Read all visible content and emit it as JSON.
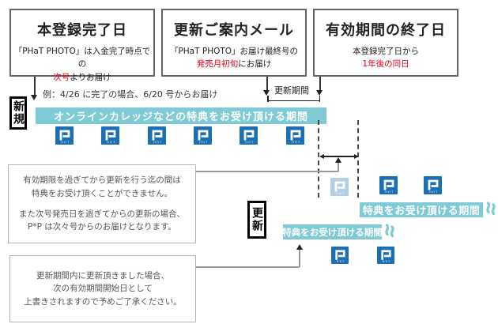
{
  "diagram": {
    "boxes": [
      {
        "title": "本登録完了日",
        "sub1": "「PHaT PHOTO」は入金完了時点での",
        "sub2_red": "次号",
        "sub2_rest": "よりお届け"
      },
      {
        "title": "更新ご案内メール",
        "sub1": "「PHaT PHOTO」お届け最終号の",
        "sub2_red": "発売月初旬",
        "sub2_rest": "にお届け"
      },
      {
        "title": "有効期間の終了日",
        "sub1": "本登録完了日から",
        "sub2_red": "1年後の同日",
        "sub2_rest": ""
      }
    ],
    "example_note": "例：4/26 に完了の場合、6/20 号からお届け",
    "new_label": "新規",
    "renew_label": "更新",
    "renewal_period_label": "更新期間",
    "banner_new": "オンラインカレッジなどの特典をお受け頂ける期間",
    "banner_renew": "特典をお受け頂ける期間",
    "note1": {
      "line1": "有効期限を過ぎてから更新を行う迄の間は",
      "line2": "特典をお受け頂くことができません。",
      "line3": "また次号発売日を過ぎてからの更新の場合、",
      "line4": "P*P は次々号からのお届けとなります。"
    },
    "note2": {
      "line1": "更新期間内に更新頂きました場合、",
      "line2": "次の有効期間開始日として",
      "line3": "上書きされますので予めご了承ください。"
    },
    "logo": {
      "name": "phat-photo-logo",
      "label": "HOT"
    },
    "colors": {
      "banner_teal": "#7ecad5",
      "accent_red": "#e60012",
      "logo_blue": "#1d6fb3",
      "logo_blue_faded": "#b9d6ea"
    }
  }
}
